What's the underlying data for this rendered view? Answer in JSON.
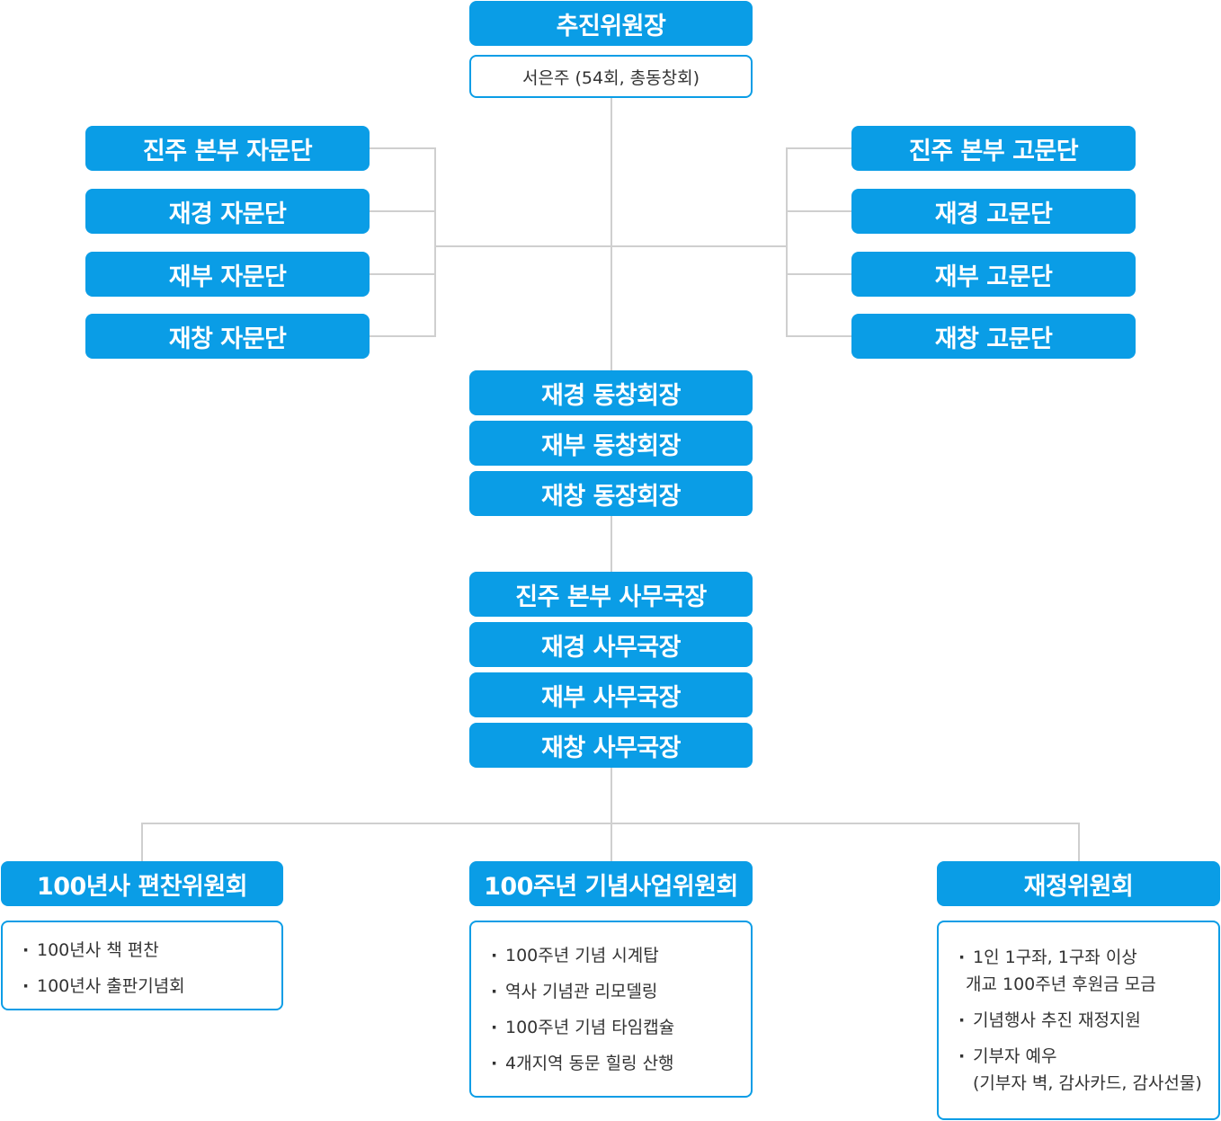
{
  "chair": {
    "title": "추진위원장",
    "name": "서은주 (54회, 총동창회)"
  },
  "left_group": [
    "진주 본부 자문단",
    "재경 자문단",
    "재부 자문단",
    "재창 자문단"
  ],
  "right_group": [
    "진주 본부 고문단",
    "재경 고문단",
    "재부 고문단",
    "재창 고문단"
  ],
  "presidents": [
    "재경 동창회장",
    "재부 동창회장",
    "재창 동장회장"
  ],
  "secretaries": [
    "진주 본부 사무국장",
    "재경 사무국장",
    "재부 사무국장",
    "재창 사무국장"
  ],
  "committees": [
    {
      "title": "100년사 편찬위원회",
      "items": [
        {
          "bullet": "·",
          "lines": [
            "100년사 책 편찬"
          ]
        },
        {
          "bullet": "·",
          "lines": [
            "100년사 출판기념회"
          ]
        }
      ]
    },
    {
      "title": "100주년 기념사업위원회",
      "items": [
        {
          "bullet": "·",
          "lines": [
            "100주년 기념 시계탑"
          ]
        },
        {
          "bullet": "·",
          "lines": [
            "역사 기념관 리모델링"
          ]
        },
        {
          "bullet": "·",
          "lines": [
            "100주년 기념 타임캡슐"
          ]
        },
        {
          "bullet": "·",
          "lines": [
            "4개지역 동문 힐링 산행"
          ]
        }
      ]
    },
    {
      "title": "재정위원회",
      "items": [
        {
          "bullet": "·",
          "lines": [
            "1인 1구좌, 1구좌 이상",
            "개교 100주년 후원금 모금"
          ]
        },
        {
          "bullet": "·",
          "lines": [
            "기념행사 추진 재정지원"
          ]
        },
        {
          "bullet": "·",
          "lines": [
            "기부자 예우",
            "(기부자 벽,  감사카드, 감사선물)"
          ]
        }
      ]
    }
  ],
  "colors": {
    "primary": "#0a9de6",
    "connector": "#cfcfcf",
    "text": "#333333"
  }
}
